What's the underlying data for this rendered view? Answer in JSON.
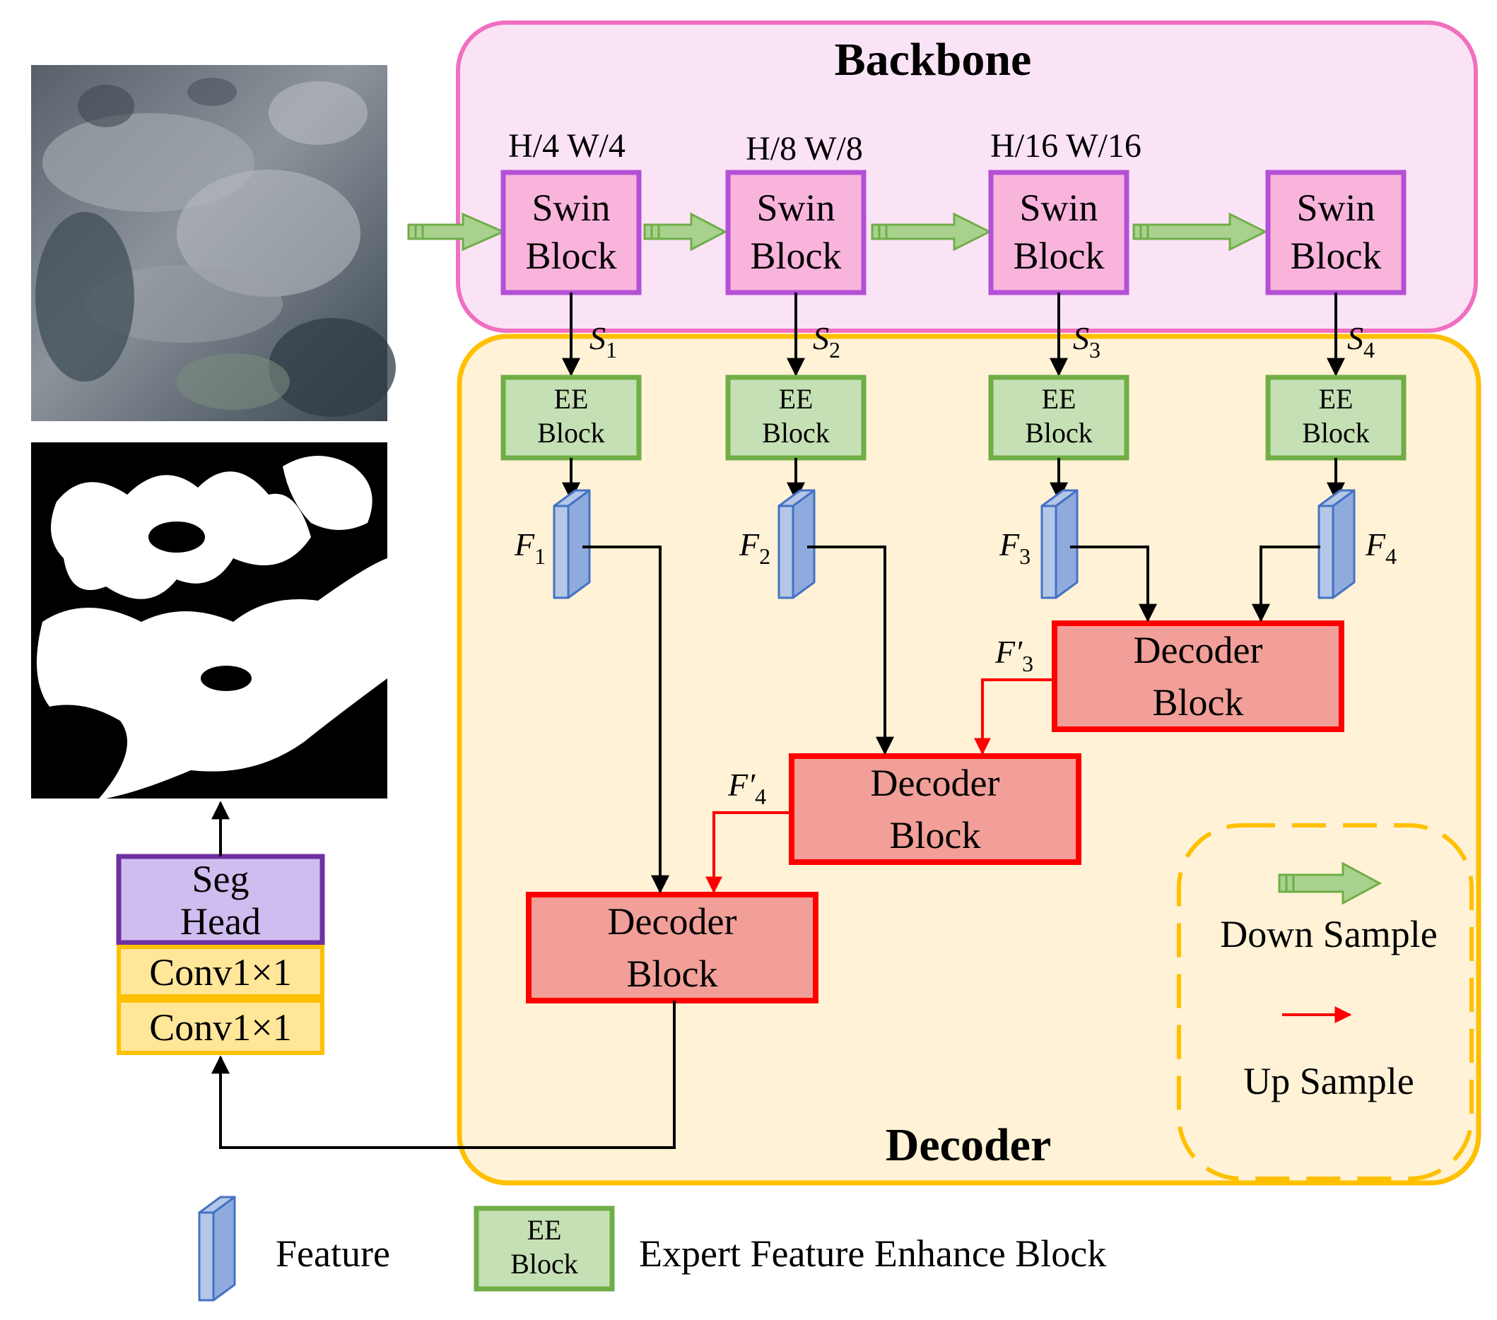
{
  "backbone": {
    "title": "Backbone",
    "stages": [
      {
        "resolution": "H/4 W/4",
        "line1": "Swin",
        "line2": "Block",
        "skip": "S",
        "skip_sub": "1"
      },
      {
        "resolution": "H/8 W/8",
        "line1": "Swin",
        "line2": "Block",
        "skip": "S",
        "skip_sub": "2"
      },
      {
        "resolution": "H/16 W/16",
        "line1": "Swin",
        "line2": "Block",
        "skip": "S",
        "skip_sub": "3"
      },
      {
        "resolution": "",
        "line1": "Swin",
        "line2": "Block",
        "skip": "S",
        "skip_sub": "4"
      }
    ]
  },
  "decoder": {
    "title": "Decoder",
    "ee_blocks": [
      {
        "line1": "EE",
        "line2": "Block"
      },
      {
        "line1": "EE",
        "line2": "Block"
      },
      {
        "line1": "EE",
        "line2": "Block"
      },
      {
        "line1": "EE",
        "line2": "Block"
      }
    ],
    "features": [
      {
        "name": "F",
        "sub": "1"
      },
      {
        "name": "F",
        "sub": "2"
      },
      {
        "name": "F",
        "sub": "3"
      },
      {
        "name": "F",
        "sub": "4"
      }
    ],
    "decoder_blocks": [
      {
        "line1": "Decoder",
        "line2": "Block"
      },
      {
        "line1": "Decoder",
        "line2": "Block"
      },
      {
        "line1": "Decoder",
        "line2": "Block"
      }
    ],
    "upsampled_features": [
      {
        "name": "F′",
        "sub": "3"
      },
      {
        "name": "F′",
        "sub": "4"
      }
    ]
  },
  "head": {
    "seg_line1": "Seg",
    "seg_line2": "Head",
    "conv1": "Conv1×1",
    "conv2": "Conv1×1"
  },
  "legend_box": {
    "down_sample": "Down Sample",
    "up_sample": "Up Sample"
  },
  "bottom_legend": {
    "feature": "Feature",
    "ee_line1": "EE",
    "ee_line2": "Block",
    "ee_desc": "Expert Feature Enhance Block"
  },
  "colors": {
    "backbone_fill": "#fbe3f6",
    "backbone_border": "#f06fc0",
    "decoder_fill": "#fff2d6",
    "decoder_border": "#ffc000",
    "swin_fill": "#f9b4dc",
    "swin_border": "#b350d6",
    "ee_fill": "#c5e0b4",
    "ee_border": "#70ad47",
    "decoder_block_fill": "#f19f98",
    "decoder_block_border": "#ff0000",
    "seg_fill": "#cfbdf0",
    "seg_border": "#7030a0",
    "conv_fill": "#ffe699",
    "conv_border": "#ffc000",
    "feature_fill": "#8faadc",
    "down_arrow_fill": "#a9d18e",
    "up_arrow": "#ff0000"
  }
}
